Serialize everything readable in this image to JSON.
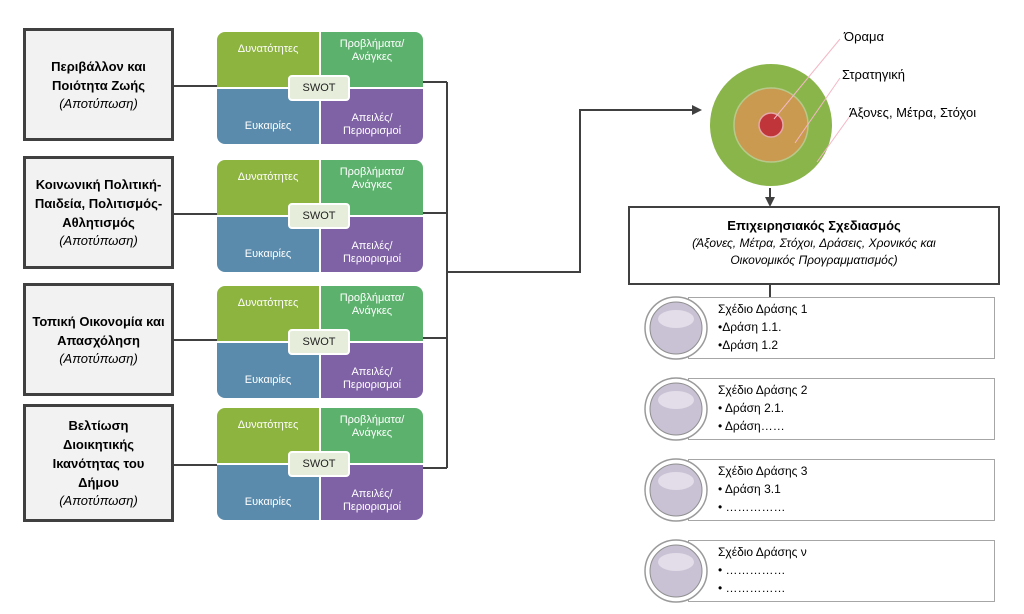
{
  "domains": [
    {
      "title": "Περιβάλλον και Ποιότητα Ζωής",
      "subtitle": "(Αποτύπωση)"
    },
    {
      "title": "Κοινωνική Πολιτική-Παιδεία, Πολιτισμός-Αθλητισμός",
      "subtitle": "(Αποτύπωση)"
    },
    {
      "title": "Τοπική Οικονομία και Απασχόληση",
      "subtitle": "(Αποτύπωση)"
    },
    {
      "title": "Βελτίωση Διοικητικής Ικανότητας του Δήμου",
      "subtitle": "(Αποτύπωση)"
    }
  ],
  "swot": {
    "center": "SWOT",
    "strengths": "Δυνατότητες",
    "weaknesses": [
      "Προβλήματα/",
      "Ανάγκες"
    ],
    "opportunities": "Ευκαιρίες",
    "threats": [
      "Απειλές/",
      "Περιορισμοί"
    ]
  },
  "target": {
    "vision": "Όραμα",
    "strategy": "Στρατηγική",
    "axes": "Άξονες, Μέτρα, Στόχοι"
  },
  "operational": {
    "title": "Επιχειρησιακός Σχεδιασμός",
    "subtitle_line1": "(Άξονες, Μέτρα, Στόχοι, Δράσεις, Χρονικός και",
    "subtitle_line2": "Οικονομικός Προγραμματισμός)"
  },
  "plans": [
    {
      "title": "Σχέδιο Δράσης 1",
      "items": [
        "•Δράση 1.1.",
        "•Δράση 1.2"
      ]
    },
    {
      "title": "Σχέδιο Δράσης 2",
      "items": [
        "• Δράση 2.1.",
        "• Δράση……"
      ]
    },
    {
      "title": "Σχέδιο Δράσης 3",
      "items": [
        "• Δράση 3.1",
        "• ……………"
      ]
    },
    {
      "title": "Σχέδιο Δράσης ν",
      "items": [
        "• ……………",
        "• ……………"
      ]
    }
  ],
  "colors": {
    "strengths": "#8db43f",
    "weaknesses": "#5cb26d",
    "opportunities": "#5a8bad",
    "threats": "#7f61a6",
    "target_outer": "#8ab54a",
    "target_middle": "#c99a4f",
    "target_inner": "#c0353a"
  }
}
